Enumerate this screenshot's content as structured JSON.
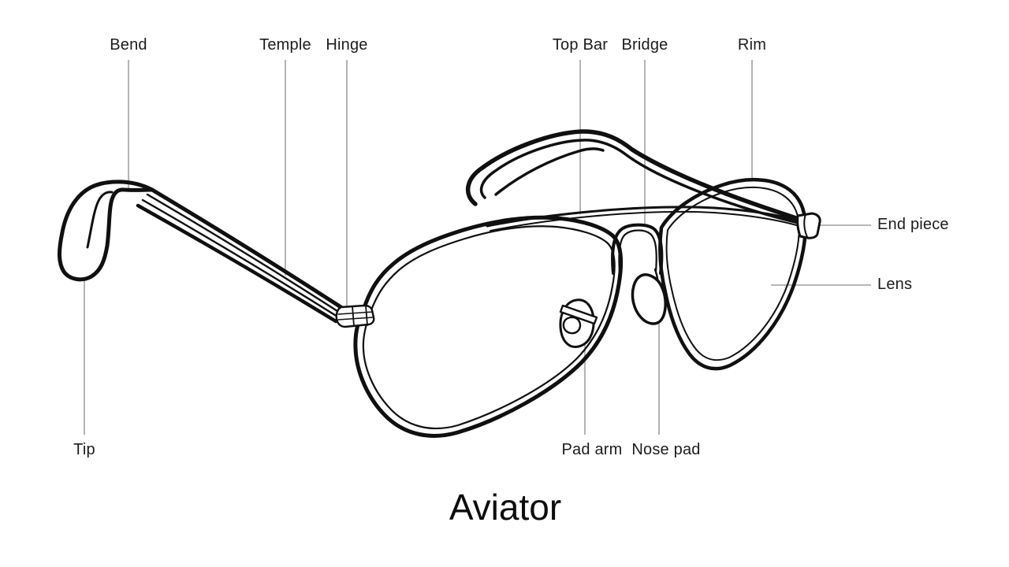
{
  "diagram": {
    "title": "Aviator",
    "subject": "Aviator sunglasses parts diagram",
    "part_labels": {
      "bend": "Bend",
      "temple": "Temple",
      "hinge": "Hinge",
      "top_bar": "Top Bar",
      "bridge": "Bridge",
      "rim": "Rim",
      "end_piece": "End piece",
      "lens": "Lens",
      "tip": "Tip",
      "pad_arm": "Pad arm",
      "nose_pad": "Nose pad"
    },
    "colors": {
      "ink": "#101010",
      "leader_line": "#8c8c8c",
      "label_text": "#1c1c1c",
      "background": "#ffffff"
    }
  }
}
